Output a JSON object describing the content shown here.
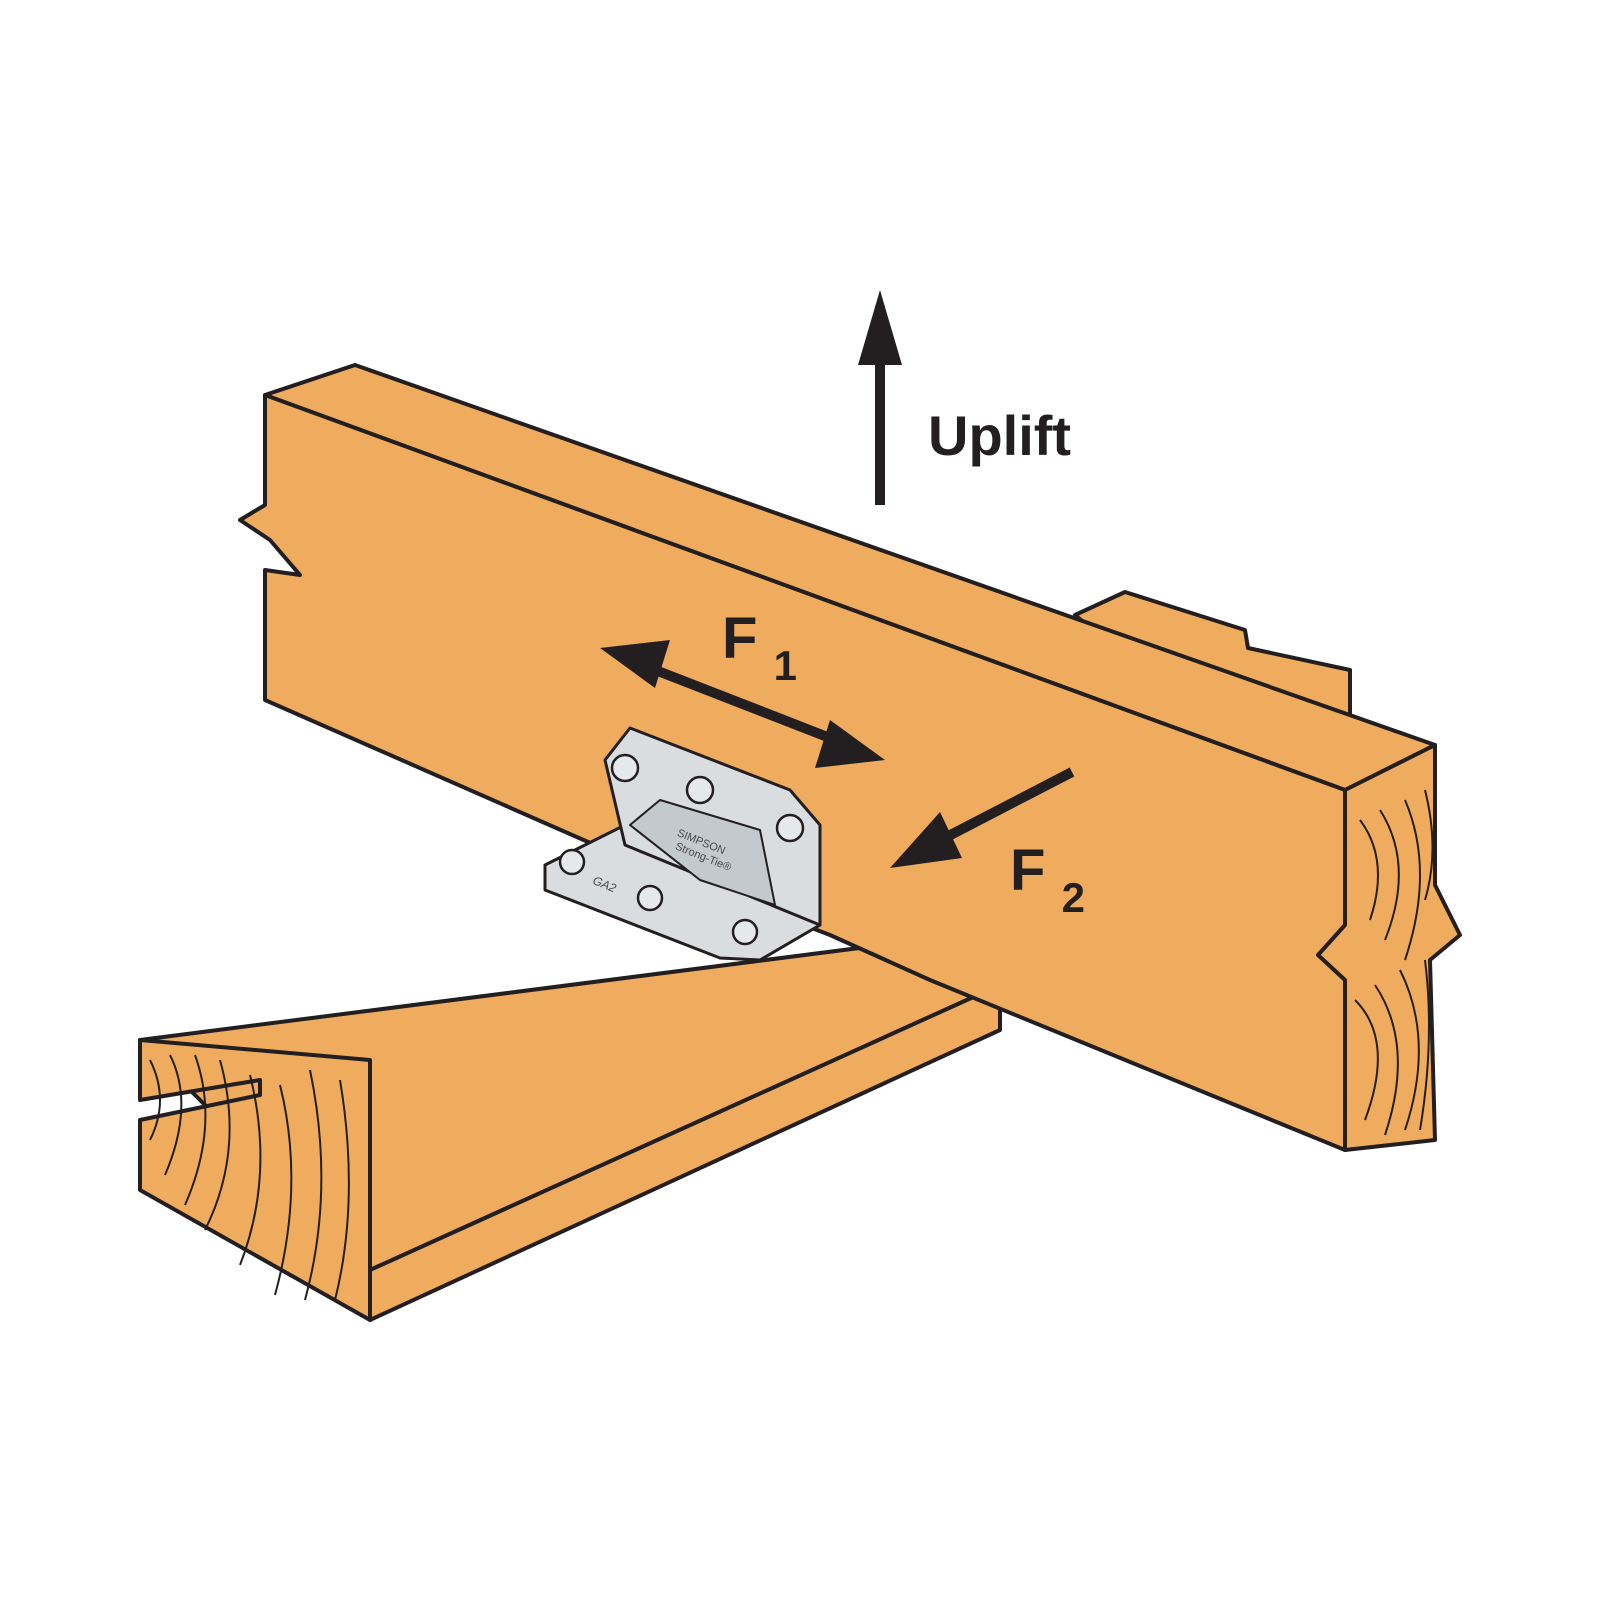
{
  "labels": {
    "uplift": "Uplift",
    "f1": "F",
    "f1_sub": "1",
    "f2": "F",
    "f2_sub": "2"
  },
  "connector": {
    "brand_line1": "SIMPSON",
    "brand_line2": "Strong-Tie®",
    "model": "GA2"
  },
  "colors": {
    "wood": "#efac5f",
    "wood_end": "#efac5f",
    "outline": "#231f20",
    "metal": "#d9dde0",
    "metal_shade": "#c3c9cd",
    "arrow": "#231f20",
    "background": "#ffffff"
  }
}
